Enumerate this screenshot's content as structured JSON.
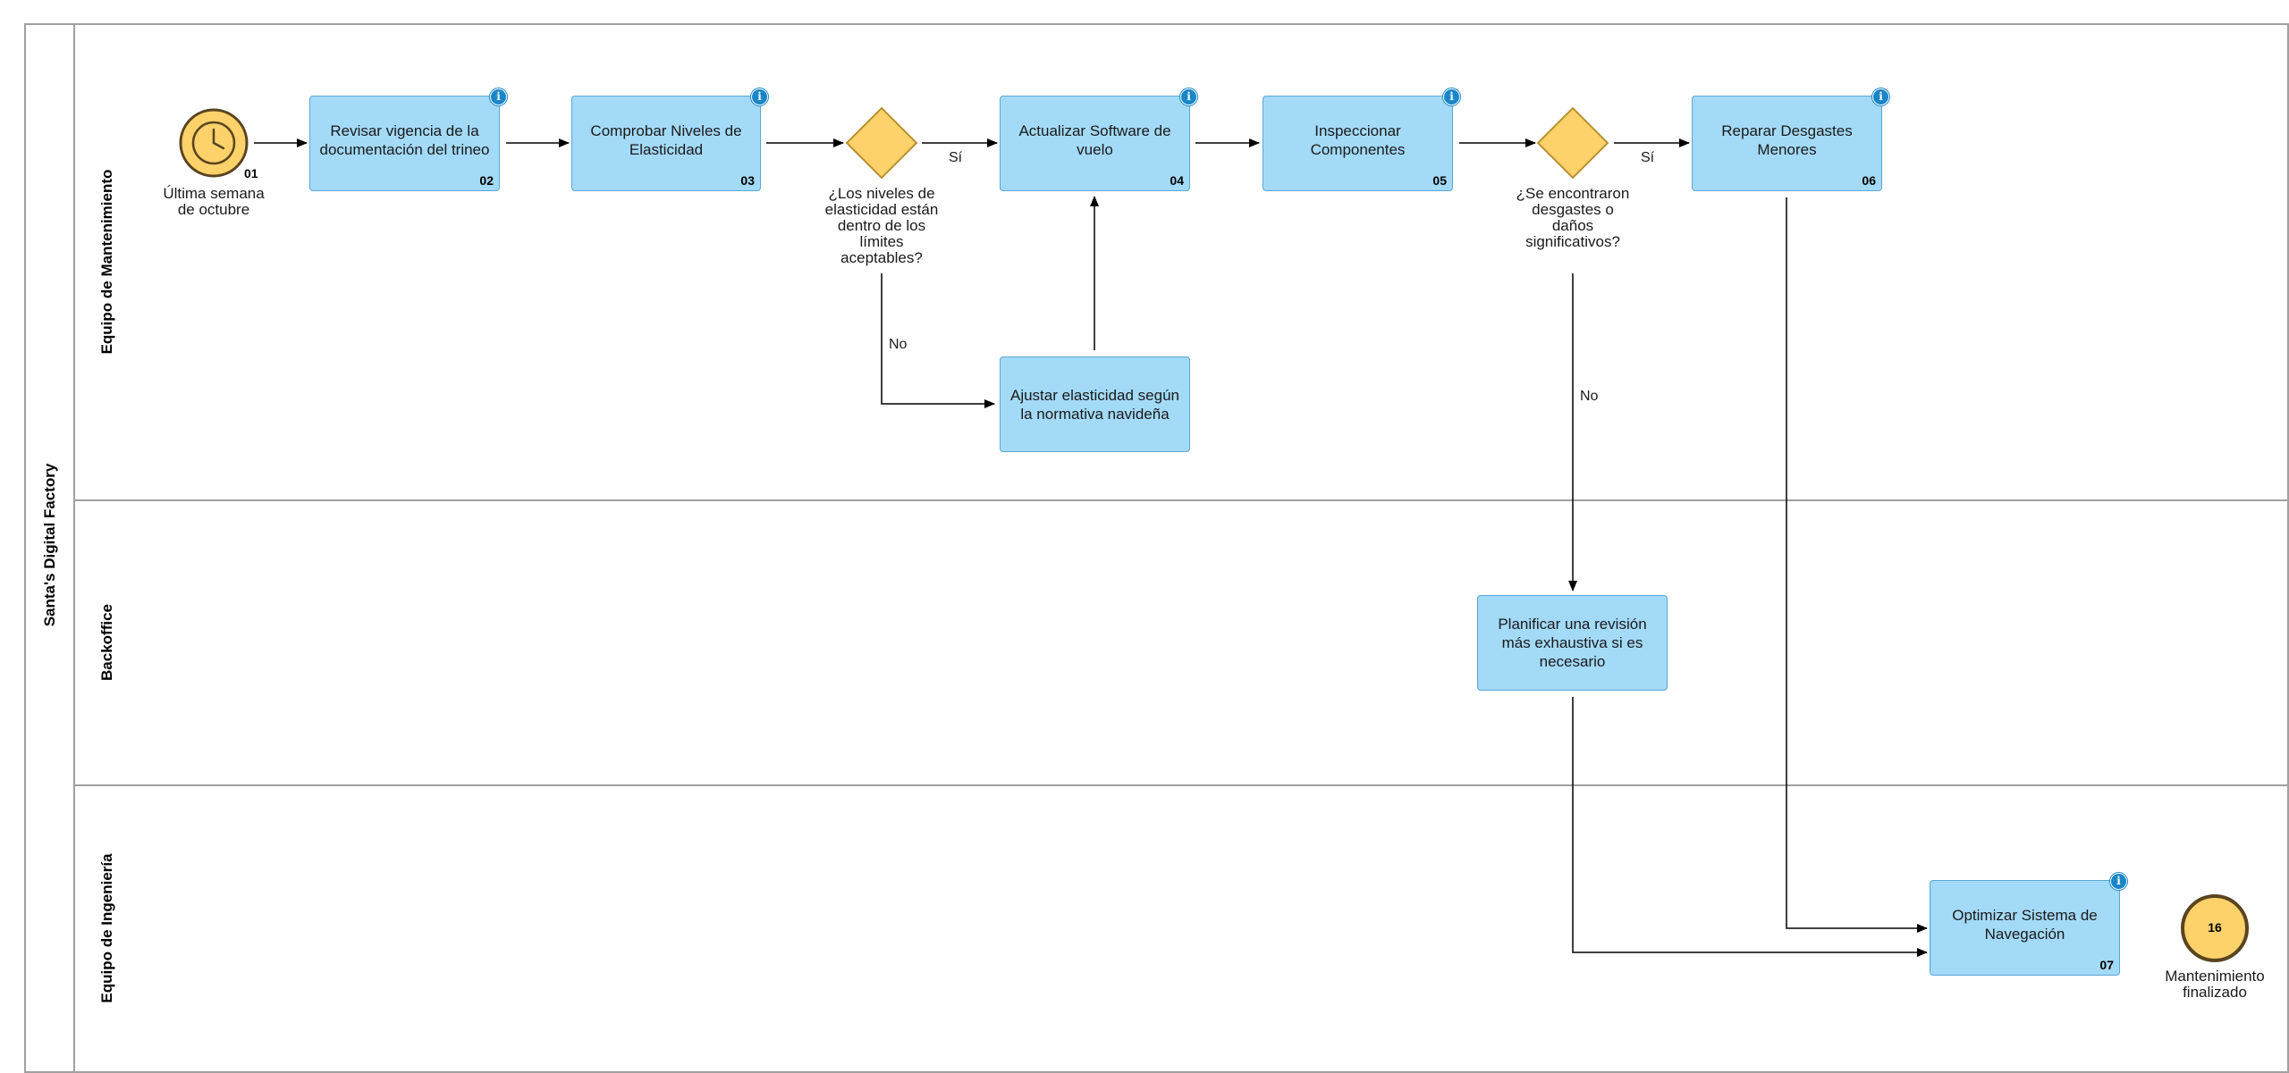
{
  "pool": {
    "title": "Santa's Digital Factory",
    "lanes": [
      {
        "id": "mantenimiento",
        "label": "Equipo de Mantenimiento"
      },
      {
        "id": "backoffice",
        "label": "Backoffice"
      },
      {
        "id": "ingenieria",
        "label": "Equipo de Ingeniería"
      }
    ]
  },
  "events": {
    "start": {
      "number": "01",
      "label": "Última semana de octubre",
      "icon": "clock-icon"
    },
    "end": {
      "number": "16",
      "label": "Mantenimiento finalizado"
    }
  },
  "tasks": {
    "t02": {
      "label": "Revisar vigencia de la documentación del trineo",
      "number": "02"
    },
    "t03": {
      "label": "Comprobar Niveles de Elasticidad",
      "number": "03"
    },
    "t04": {
      "label": "Actualizar Software de vuelo",
      "number": "04"
    },
    "t05": {
      "label": "Inspeccionar Componentes",
      "number": "05"
    },
    "t06": {
      "label": "Reparar Desgastes Menores",
      "number": "06"
    },
    "t07": {
      "label": "Optimizar Sistema de Navegación",
      "number": "07"
    },
    "adjust": {
      "label": "Ajustar elasticidad según la normativa navideña"
    },
    "plan": {
      "label": "Planificar una revisión más exhaustiva si es necesario"
    }
  },
  "gateways": {
    "g1": {
      "label": "¿Los niveles de elasticidad están dentro de los límites aceptables?"
    },
    "g2": {
      "label": "¿Se encontraron desgastes o daños significativos?"
    }
  },
  "flow_labels": {
    "g1_yes": "Sí",
    "g1_no": "No",
    "g2_yes": "Sí",
    "g2_no": "No"
  },
  "info_icon_glyph": "i",
  "colors": {
    "task_fill": "#a3daf8",
    "task_border": "#5ba7d3",
    "event_fill": "#fdd26a",
    "event_border": "#5a4420",
    "gateway_fill": "#fdd26a",
    "gateway_border": "#b8902f",
    "info_icon": "#1a86c8",
    "lane_border": "#a0a0a0"
  }
}
